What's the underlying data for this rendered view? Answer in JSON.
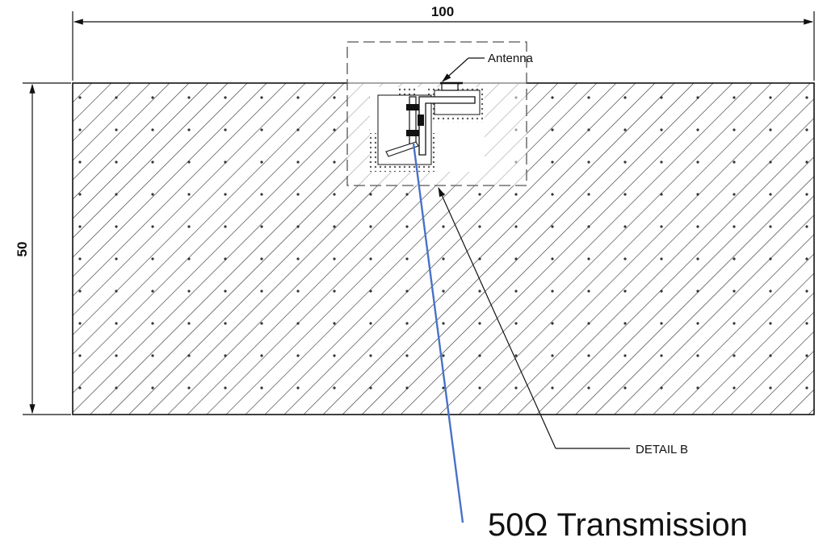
{
  "dimensions": {
    "width_label": "100",
    "height_label": "50"
  },
  "labels": {
    "antenna": "Antenna",
    "detail": "DETAIL B",
    "transmission": "50Ω Transmission"
  },
  "colors": {
    "line": "#111111",
    "hatch": "#2b2b2b",
    "dashed_box": "#555555",
    "transmission_leader": "#4a72c8",
    "background": "#ffffff"
  }
}
